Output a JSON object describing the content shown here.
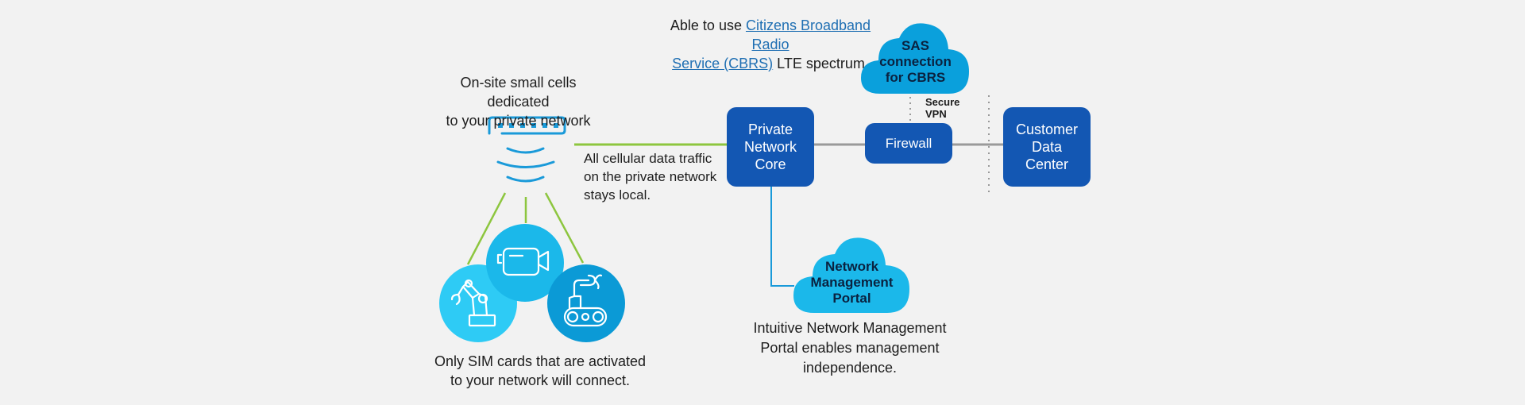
{
  "cbrs_note": {
    "prefix": "Able to use ",
    "link_text_line1": "Citizens Broadband Radio",
    "link_text_line2": "Service (CBRS)",
    "suffix": " LTE spectrum."
  },
  "small_cells": {
    "caption_line1": "On-site small cells dedicated",
    "caption_line2": "to  your private network",
    "icon": "small-cell-radio-icon"
  },
  "traffic_note": {
    "line1": "All cellular data traffic",
    "line2": "on the private network",
    "line3": "stays local."
  },
  "devices": {
    "items": [
      {
        "icon": "robotic-arm-icon",
        "color": "#2ecbf5"
      },
      {
        "icon": "video-camera-icon",
        "color": "#1bb8ea"
      },
      {
        "icon": "robot-rover-icon",
        "color": "#0b9ad6"
      }
    ],
    "caption_line1": "Only SIM cards that are activated",
    "caption_line2": "to your network will connect."
  },
  "nodes": {
    "core": {
      "line1": "Private",
      "line2": "Network",
      "line3": "Core"
    },
    "firewall": {
      "label": "Firewall"
    },
    "datacenter": {
      "line1": "Customer",
      "line2": "Data",
      "line3": "Center"
    }
  },
  "sas_cloud": {
    "line1": "SAS",
    "line2": "connection",
    "line3": "for CBRS"
  },
  "vpn_label": {
    "line1": "Secure",
    "line2": "VPN"
  },
  "portal_cloud": {
    "line1": "Network",
    "line2": "Management",
    "line3": "Portal"
  },
  "portal_note": {
    "line1": "Intuitive Network Management",
    "line2": "Portal enables management",
    "line3": "independence."
  },
  "colors": {
    "node_blue": "#1357b3",
    "sas_cloud": "#0aa0dc",
    "portal_cloud": "#1bb8ea",
    "green_link": "#8dc63f",
    "gray_link": "#9a9a9a",
    "radio_blue": "#1a9ad9",
    "link_text": "#1f6fb3"
  }
}
